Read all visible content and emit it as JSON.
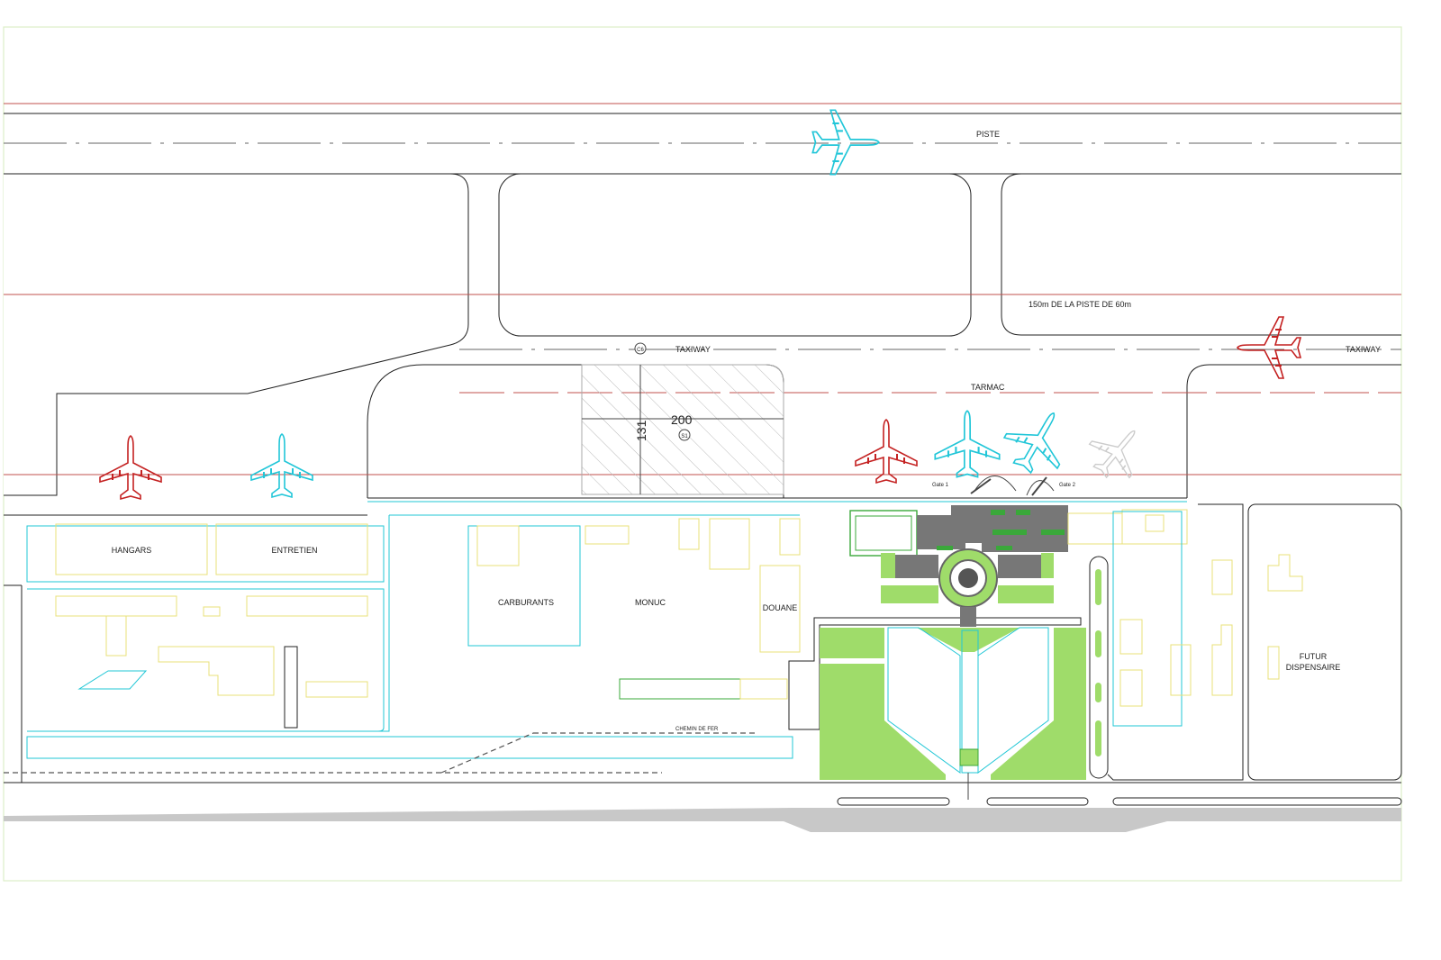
{
  "labels": {
    "piste": "PISTE",
    "taxiway_left": "TAXIWAY",
    "taxiway_right": "TAXIWAY",
    "tarmac": "TARMAC",
    "piste_note": "150m DE  LA PISTE DE 60m",
    "c6": "C6",
    "s1": "S1",
    "dim_200": "200",
    "dim_131": "131",
    "hangars": "HANGARS",
    "entretien": "ENTRETIEN",
    "carburants": "CARBURANTS",
    "monuc": "MONUC",
    "douane": "DOUANE",
    "futur_line1": "FUTUR",
    "futur_line2": "DISPENSAIRE",
    "chemin_de_fer": "CHEMIN DE FER",
    "gate1": "Gate 1",
    "gate2": "Gate 2"
  },
  "colors": {
    "outline": "#222222",
    "red_line": "#c0504d",
    "cyan": "#22c7d6",
    "yellow": "#e8e07a",
    "green": "#9fdc6a",
    "dark_green": "#3aa83a",
    "road_gray": "#c8c8c8",
    "building_gray": "#777777",
    "aircraft_red": "#c42121",
    "aircraft_cyan": "#21c6d8",
    "border": "#ddeec8"
  },
  "aircraft": [
    {
      "name": "aircraft-on-runway",
      "color": "cyan"
    },
    {
      "name": "aircraft-on-taxiway",
      "color": "red"
    },
    {
      "name": "aircraft-hangar-red",
      "color": "red"
    },
    {
      "name": "aircraft-hangar-cyan",
      "color": "cyan"
    },
    {
      "name": "aircraft-stand-red",
      "color": "red"
    },
    {
      "name": "aircraft-stand-cyan-1",
      "color": "cyan"
    },
    {
      "name": "aircraft-stand-cyan-2",
      "color": "cyan"
    },
    {
      "name": "aircraft-stand-ghost",
      "color": "gray"
    }
  ]
}
